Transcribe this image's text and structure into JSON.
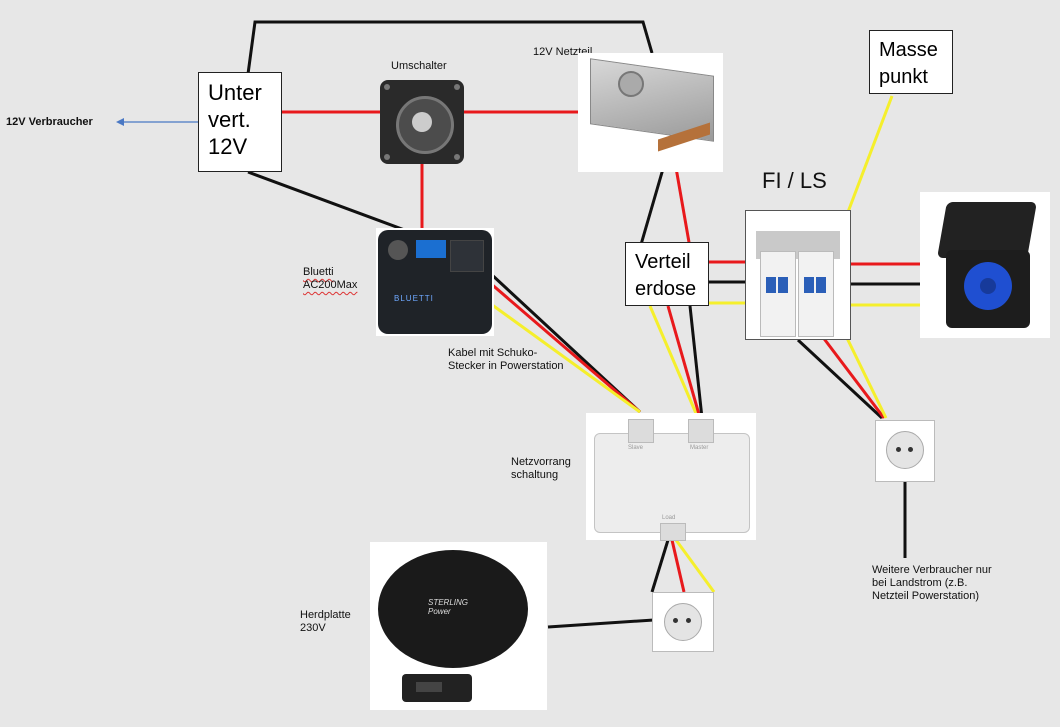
{
  "labels": {
    "verbraucher_12v": "12V Verbraucher",
    "unterverteilung": [
      "Unter",
      "vert.",
      "12V"
    ],
    "umschalter": "Umschalter",
    "netzteil": "12V Netzteil",
    "masse": [
      "Masse",
      "punkt"
    ],
    "fi_ls": "FI / LS",
    "verteil": [
      "Verteil",
      "erdose"
    ],
    "bluetti": [
      "Bluetti",
      "AC200Max"
    ],
    "kabel": [
      "Kabel mit Schuko-",
      "Stecker in Powerstation"
    ],
    "netzvorrang": [
      "Netzvorrang",
      "schaltung"
    ],
    "herdplatte": [
      "Herdplatte",
      "230V"
    ],
    "weitere": [
      "Weitere Verbraucher nur",
      "bei Landstrom (z.B.",
      "Netzteil Powerstation)"
    ]
  },
  "device_text": {
    "bluetti_brand": "BLUETTI",
    "slave": "Slave",
    "master": "Master",
    "load": "Load",
    "stove_brand": [
      "STERLING",
      "Power"
    ]
  },
  "colors": {
    "background": "#e7e7e7",
    "red_wire": "#e8191c",
    "black_wire": "#111111",
    "yellow_wire": "#f5ef2c",
    "arrow": "#4a78c4"
  }
}
